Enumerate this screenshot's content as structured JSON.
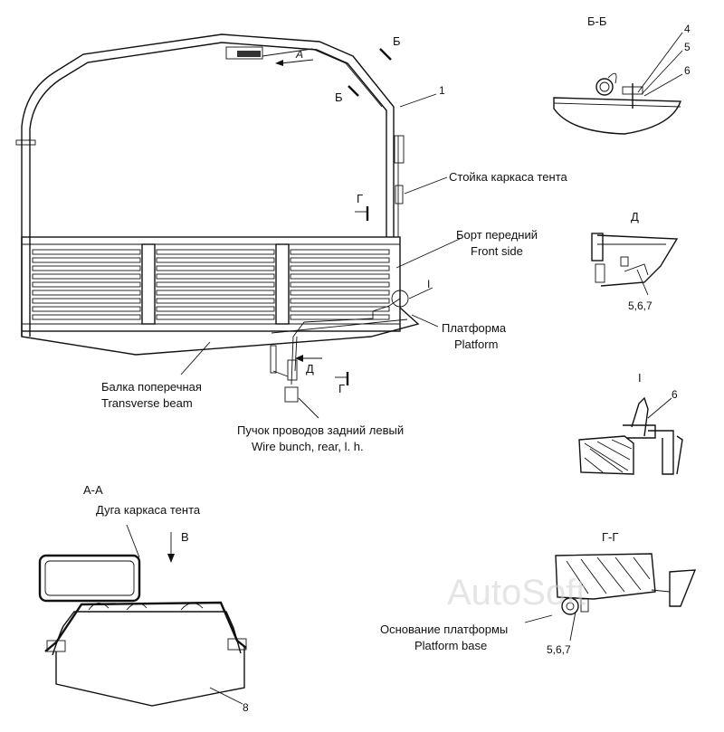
{
  "labels": {
    "sec_bb": "Б-Б",
    "sec_d": "Д",
    "sec_i": "I",
    "sec_aa": "А-А",
    "sec_gg": "Г-Г",
    "cut_b_top": "Б",
    "cut_b_bot": "Б",
    "arrow_a": "А",
    "cut_g_top": "Г",
    "cut_g_bot": "Г",
    "arrow_d": "Д",
    "arrow_v": "В",
    "callout_i": "I",
    "n1": "1",
    "n4": "4",
    "n5": "5",
    "n6_bb": "6",
    "n6_i": "6",
    "n567_d": "5,6,7",
    "n567_gg": "5,6,7",
    "n8": "8",
    "stoika_ru": "Стойка каркаса тента",
    "bort_ru": "Борт передний",
    "bort_en": "Front side",
    "platforma_ru": "Платформа",
    "platforma_en": "Platform",
    "balka_ru": "Балка поперечная",
    "balka_en": "Transverse beam",
    "puchok_ru": "Пучок проводов задний левый",
    "puchok_en": "Wire bunch, rear, l. h.",
    "duga_ru": "Дуга каркаса тента",
    "osnovanie_ru": "Основание платформы",
    "osnovanie_en": "Platform base",
    "watermark": "AutoSoft"
  }
}
